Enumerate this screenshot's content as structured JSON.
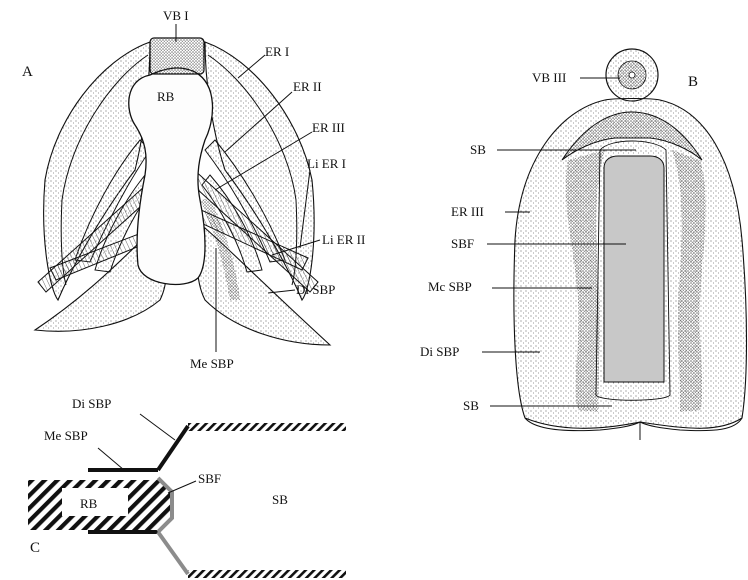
{
  "figure": {
    "panels": [
      "A",
      "B",
      "C"
    ],
    "panel_a": {
      "labels": {
        "vb1": "VB I",
        "er1": "ER I",
        "rb": "RB",
        "er2": "ER II",
        "er3": "ER III",
        "li_er1": "Li ER I",
        "li_er2": "Li ER II",
        "di_sbp": "Di SBP",
        "me_sbp": "Me SBP"
      }
    },
    "panel_b": {
      "labels": {
        "vb3": "VB III",
        "sb_top": "SB",
        "er3": "ER III",
        "sbf": "SBF",
        "mc_sbp": "Mc SBP",
        "di_sbp": "Di SBP",
        "sb_bottom": "SB"
      },
      "colors": {
        "sbf_fill": "#c8c8c8",
        "stipple": "#333333"
      }
    },
    "panel_c": {
      "labels": {
        "di_sbp": "Di SBP",
        "me_sbp": "Me SBP",
        "rb": "RB",
        "sbf": "SBF",
        "sb": "SB"
      },
      "colors": {
        "black_line": "#111111",
        "gray_line": "#8c8c8c"
      }
    }
  }
}
